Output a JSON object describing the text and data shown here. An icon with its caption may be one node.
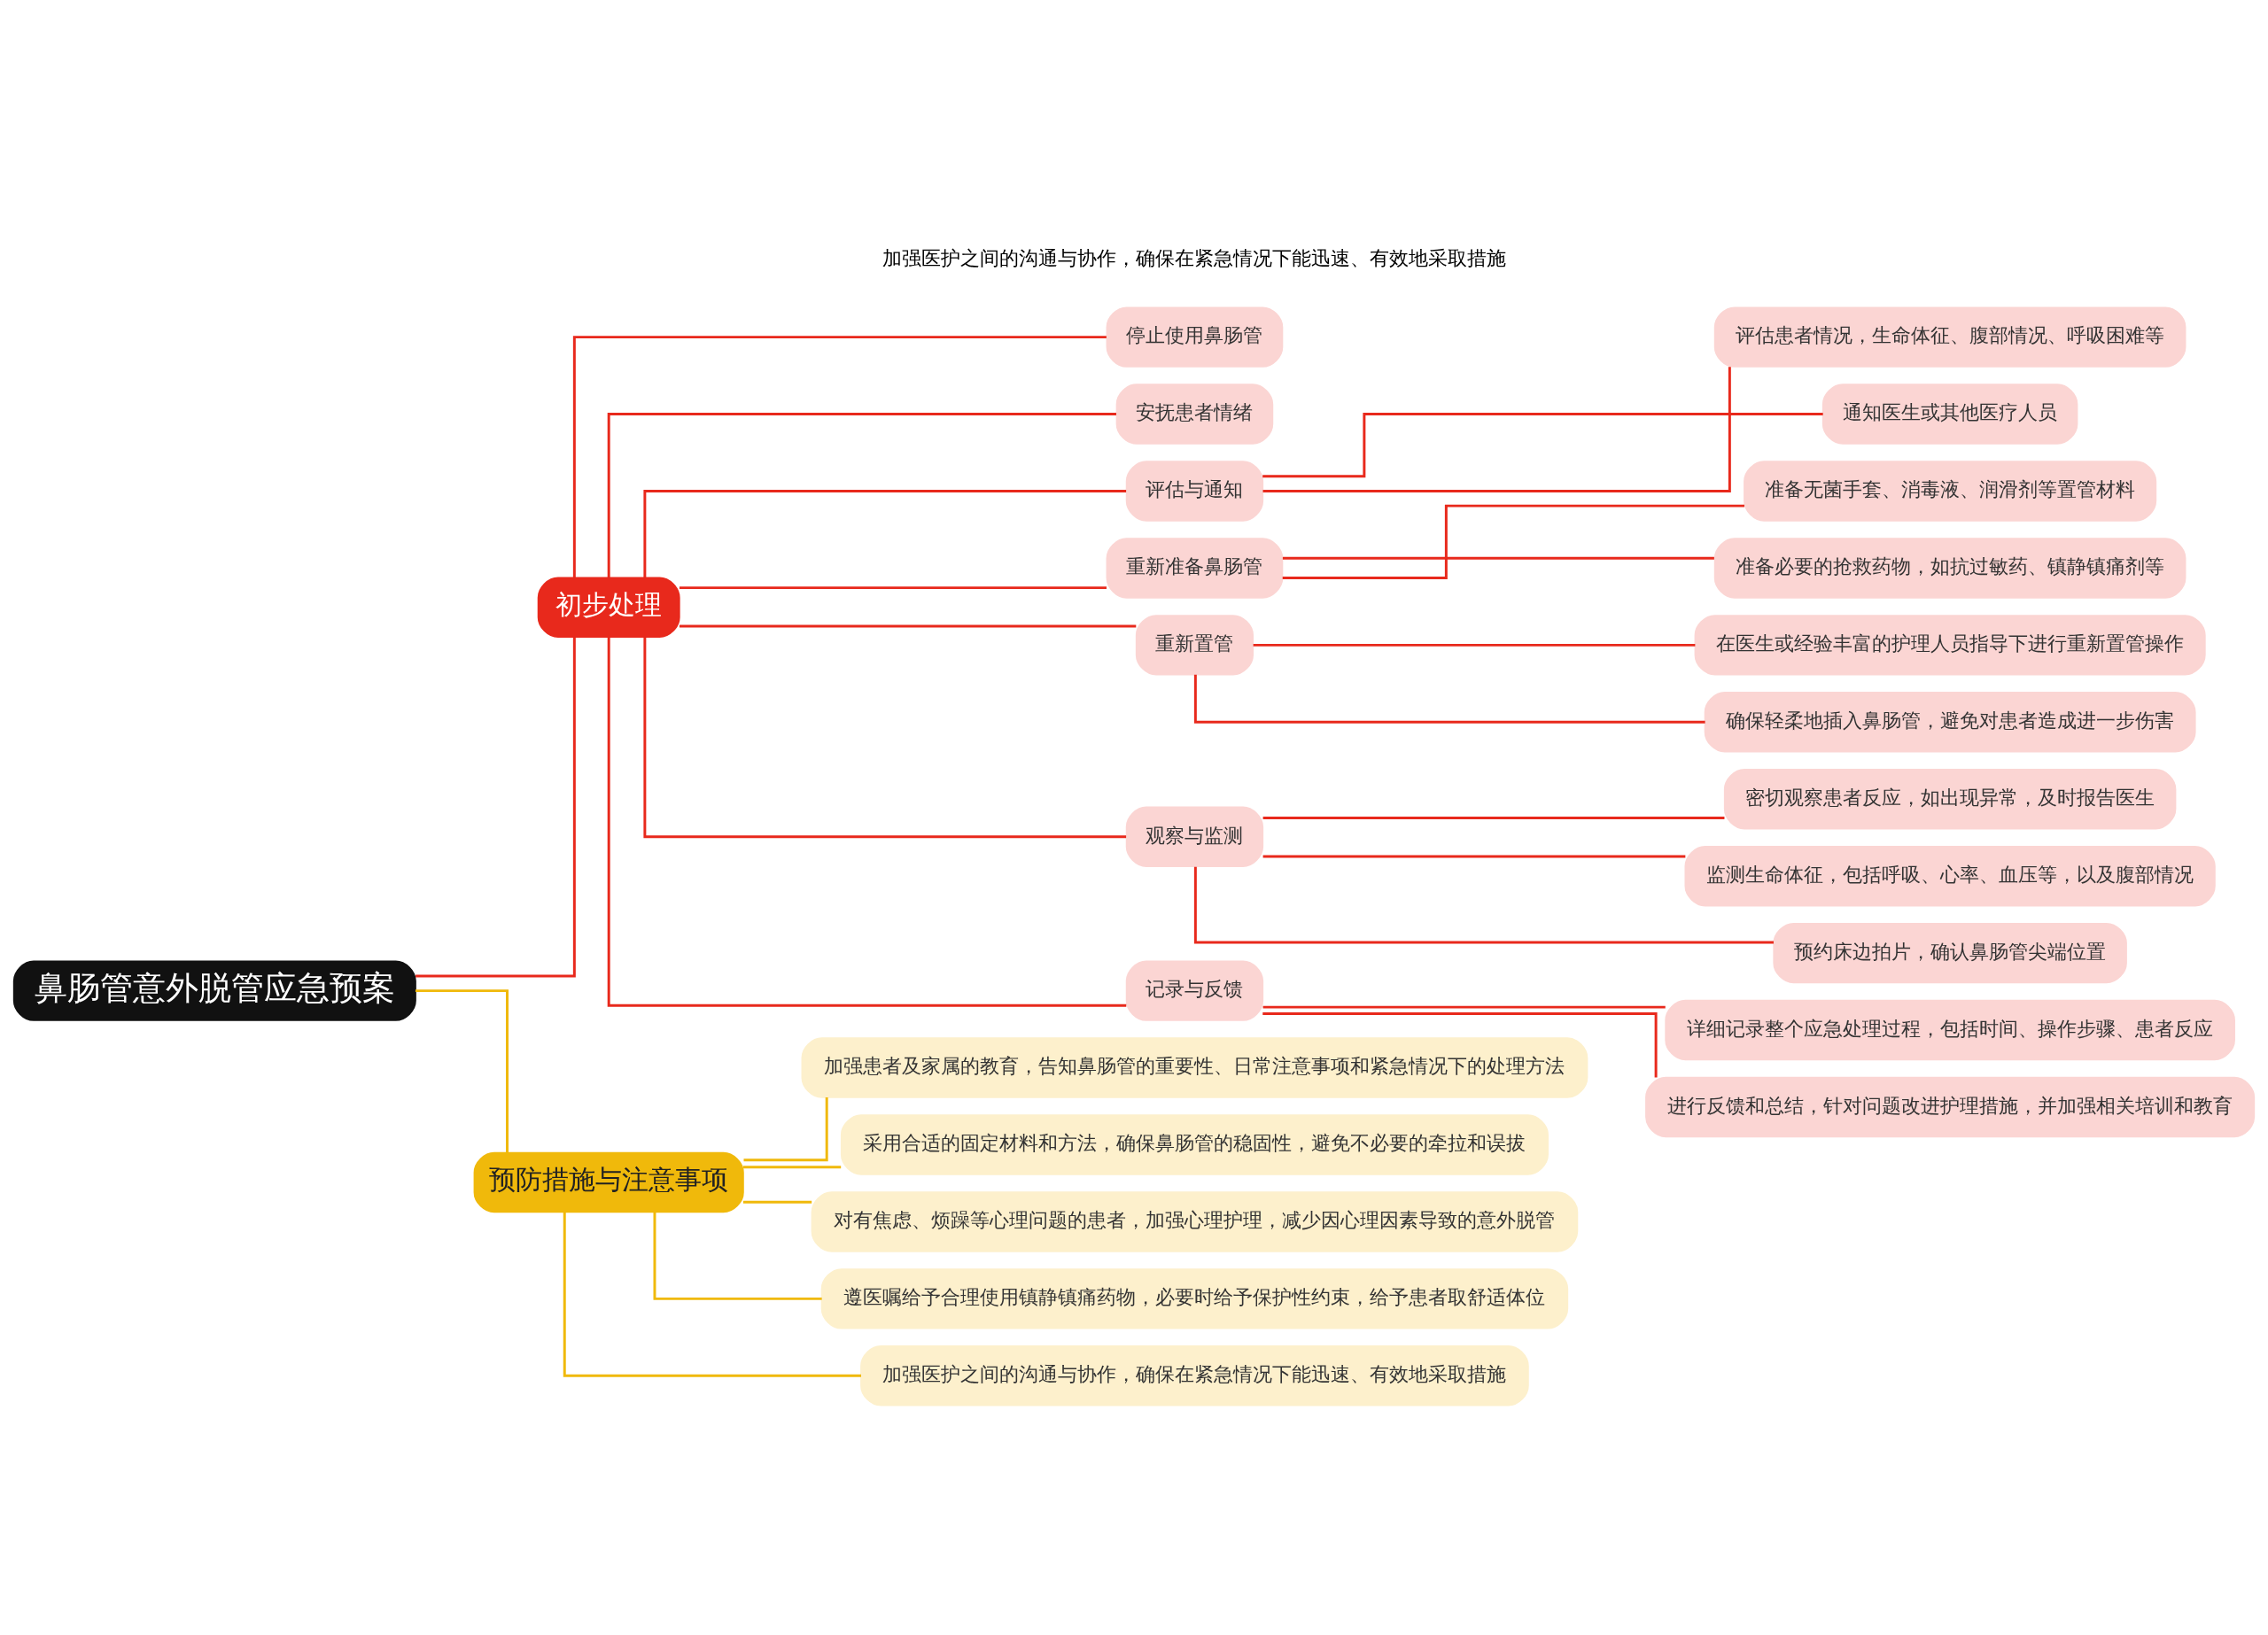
{
  "diagram": {
    "nodes": [
      {
        "text": [
          "鼻肠管意外脱管应急预案"
        ]
      },
      {
        "text": [
          "初步处理"
        ]
      },
      {
        "text": [
          "停止使用鼻肠管"
        ]
      },
      {
        "text": [
          "安抚患者情绪"
        ]
      },
      {
        "text": [
          "评估与通知"
        ]
      },
      {
        "text": [
          "评估患者情况，生命体征、腹部情况、呼吸困难等"
        ]
      },
      {
        "text": [
          "通知医生或其他医疗人员"
        ]
      },
      {
        "text": [
          "重新准备鼻肠管"
        ]
      },
      {
        "text": [
          "准备无菌手套、消毒液、润滑剂等置管材料"
        ]
      },
      {
        "text": [
          "准备必要的抢救药物，如抗过敏药、镇静镇痛剂等"
        ]
      },
      {
        "text": [
          "重新置管"
        ]
      },
      {
        "text": [
          "在医生或经验丰富的护理人员指导下进行重新置管操作"
        ]
      },
      {
        "text": [
          "确保轻柔地插入鼻肠管，避免对患者造成进一步伤害"
        ]
      },
      {
        "text": [
          "观察与监测"
        ]
      },
      {
        "text": [
          "密切观察患者反应，如出现异常，及时报告医生"
        ]
      },
      {
        "text": [
          "监测生命体征，包括呼吸、心率、血压等，以及腹部情况"
        ]
      },
      {
        "text": [
          "预约床边拍片，确认鼻肠管尖端位置"
        ]
      },
      {
        "text": [
          "记录与反馈"
        ]
      },
      {
        "text": [
          "详细记录整个应急处理过程，包括时间、操作步骤、患者反应"
        ]
      },
      {
        "text": [
          "进行反馈和总结，针对问题改进护理措施，并加强相关培训和教育"
        ]
      },
      {
        "text": [
          "预防措施与注意事项"
        ]
      },
      {
        "text": [
          "加强患者及家属的教育，告知鼻肠管的重要性、日常注意事项和紧急情况下的处理方法"
        ]
      },
      {
        "text": [
          "采用合适的固定材料和方法，确保鼻肠管的稳固性，避免不必要的牵拉和误拔"
        ]
      },
      {
        "text": [
          "对有焦虑、烦躁等心理问题的患者，加强心理护理，减少因心理因素导致的意外脱管"
        ]
      },
      {
        "text": [
          "遵医嘱给予合理使用镇静镇痛药物，必要时给予保护性约束，给予患者取舒适体位"
        ]
      },
      {
        "text": [
          "加强医护之间的沟通与协作，确保在紧急情况下能迅速、有效地采取措施"
        ]
      }
    ],
    "edges": [
      {
        "from": 0,
        "to": 1,
        "arrow": "none"
      },
      {
        "from": 1,
        "to": 2,
        "arrow": "none"
      },
      {
        "from": 1,
        "to": 3,
        "arrow": "none"
      },
      {
        "from": 1,
        "to": 4,
        "arrow": "none"
      },
      {
        "from": 4,
        "to": 5,
        "arrow": "none"
      },
      {
        "from": 4,
        "to": 6,
        "arrow": "none"
      },
      {
        "from": 1,
        "to": 7,
        "arrow": "none"
      },
      {
        "from": 7,
        "to": 8,
        "arrow": "none"
      },
      {
        "from": 7,
        "to": 9,
        "arrow": "none"
      },
      {
        "from": 1,
        "to": 10,
        "arrow": "none"
      },
      {
        "from": 10,
        "to": 11,
        "arrow": "none"
      },
      {
        "from": 10,
        "to": 12,
        "arrow": "none"
      },
      {
        "from": 1,
        "to": 13,
        "arrow": "none"
      },
      {
        "from": 13,
        "to": 14,
        "arrow": "none"
      },
      {
        "from": 13,
        "to": 15,
        "arrow": "none"
      },
      {
        "from": 13,
        "to": 16,
        "arrow": "none"
      },
      {
        "from": 1,
        "to": 17,
        "arrow": "none"
      },
      {
        "from": 17,
        "to": 18,
        "arrow": "none"
      },
      {
        "from": 17,
        "to": 19,
        "arrow": "none"
      },
      {
        "from": 0,
        "to": 20,
        "arrow": "none",
        "color": "#f0b90b"
      },
      {
        "from": 20,
        "to": 21,
        "arrow": "none",
        "color": "#f0b90b"
      },
      {
        "from": 20,
        "to": 22,
        "arrow": "none",
        "color": "#f0b90b"
      },
      {
        "from": 20,
        "to": 23,
        "arrow": "none",
        "color": "#f0b90b"
      },
      {
        "from": 20,
        "to": 24,
        "arrow": "none",
        "color": "#f0b90b"
      },
      {
        "from": 20,
        "to": 25,
        "arrow": "none",
        "color": "#f0b90b"
      }
    ],
    "labels": [
      "加强医护之间的沟通与协作，确保在紧急情况下能迅速、有效地采取措施"
    ]
  }
}
